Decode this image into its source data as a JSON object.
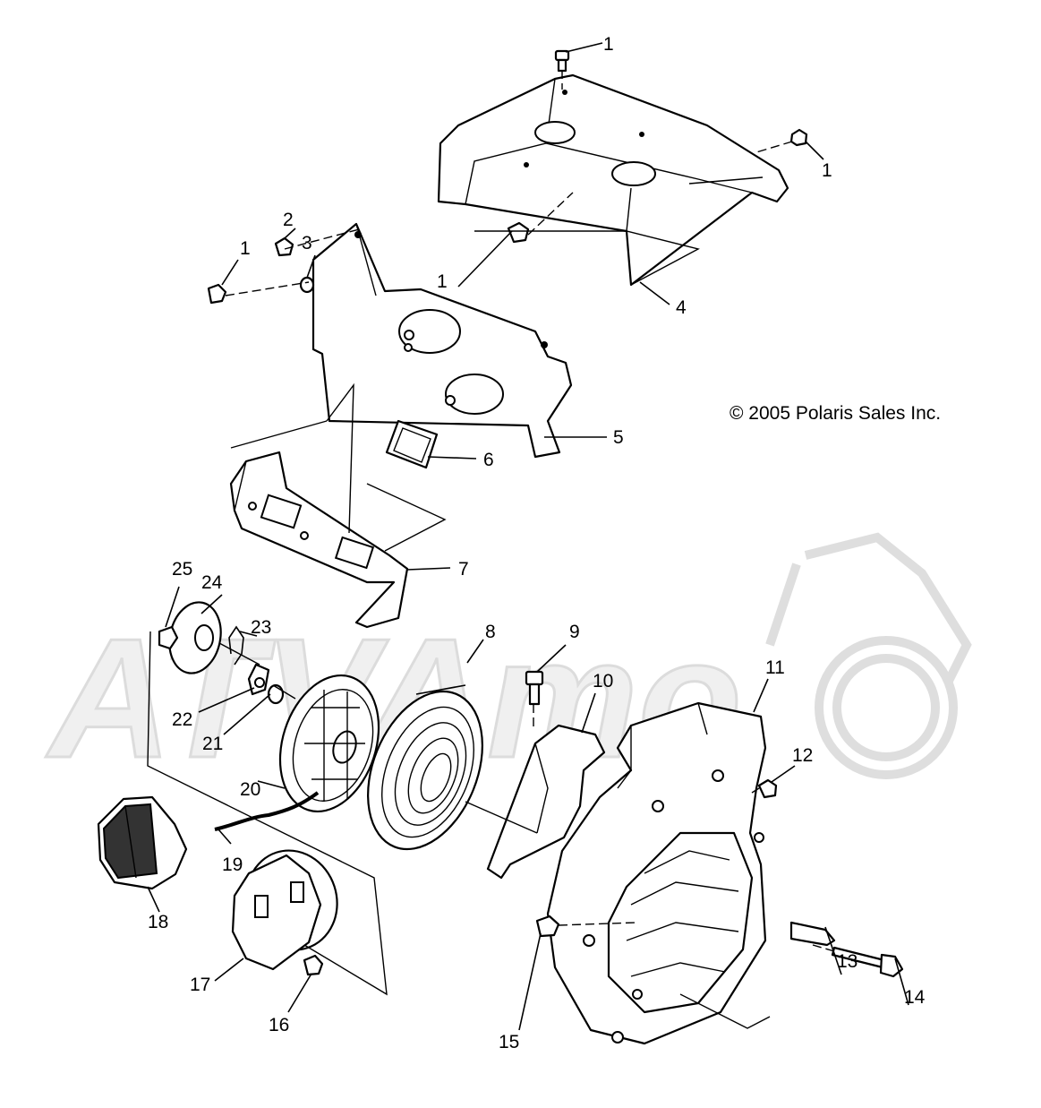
{
  "copyright": "© 2005 Polaris Sales Inc.",
  "watermark": "ATVAmo",
  "callouts": {
    "c1a": "1",
    "c1b": "1",
    "c1c": "1",
    "c1d": "1",
    "c2": "2",
    "c3": "3",
    "c4": "4",
    "c5": "5",
    "c6": "6",
    "c7": "7",
    "c8": "8",
    "c9": "9",
    "c10": "10",
    "c11": "11",
    "c12": "12",
    "c13": "13",
    "c14": "14",
    "c15": "15",
    "c16": "16",
    "c17": "17",
    "c18": "18",
    "c19": "19",
    "c20": "20",
    "c21": "21",
    "c22": "22",
    "c23": "23",
    "c24": "24",
    "c25": "25"
  }
}
